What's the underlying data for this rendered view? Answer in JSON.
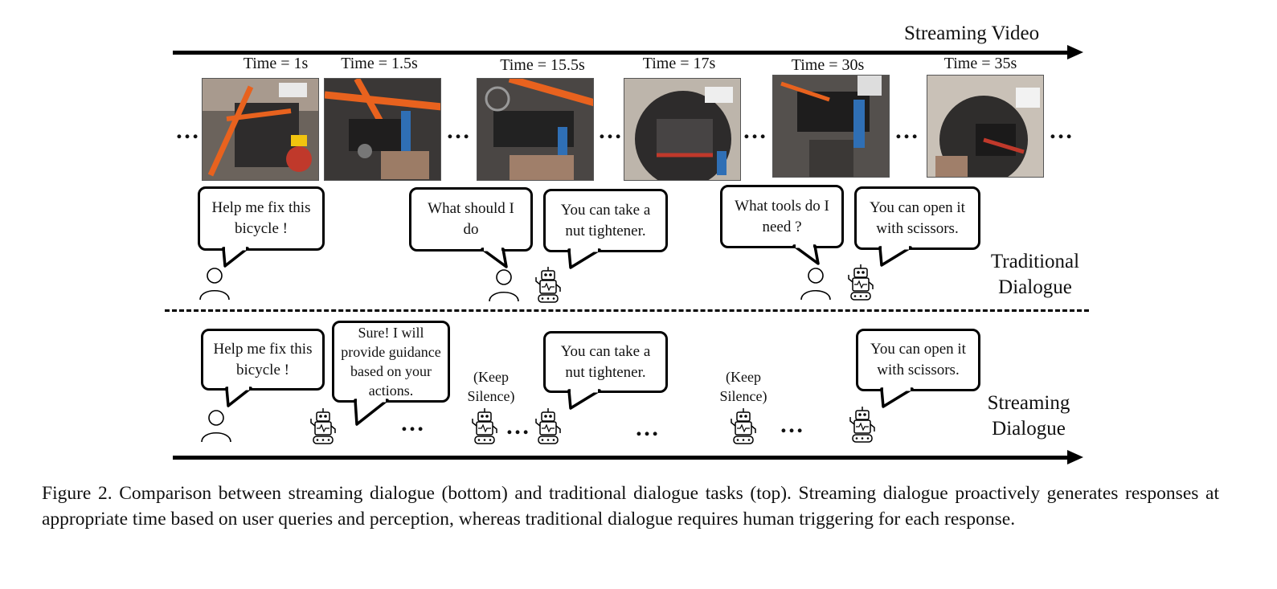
{
  "top_axis": {
    "label": "Streaming Video"
  },
  "times": [
    "Time = 1s",
    "Time = 1.5s",
    "Time = 15.5s",
    "Time = 17s",
    "Time = 30s",
    "Time = 35s"
  ],
  "ellipsis": "…",
  "traditional": {
    "label": "Traditional\nDialogue",
    "bubbles": [
      "Help me fix this\nbicycle !",
      "What should I\ndo",
      "You can take a\nnut tightener.",
      "What tools do I\nneed ?",
      "You can open it\nwith scissors."
    ]
  },
  "streaming": {
    "label": "Streaming\nDialogue",
    "bubbles": [
      "Help me fix this\nbicycle !",
      "Sure! I will\nprovide guidance\nbased on your\nactions.",
      "You can take a\nnut tightener.",
      "You can open it\nwith scissors."
    ],
    "silence": [
      "(Keep\nSilence)",
      "(Keep\nSilence)"
    ]
  },
  "caption": "Figure 2. Comparison between streaming dialogue (bottom) and traditional dialogue tasks (top). Streaming dialogue proactively generates responses at appropriate time based on user queries and perception, whereas traditional dialogue requires human triggering for each response."
}
